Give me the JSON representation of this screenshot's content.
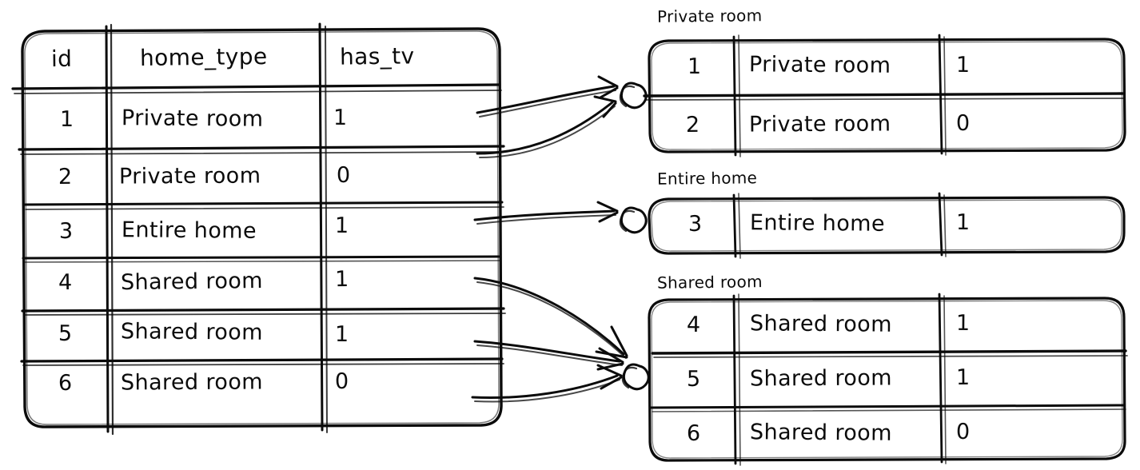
{
  "diagram": {
    "title": "group-by-home-type",
    "stroke_color": "#0b0b0b",
    "background_color": "#ffffff",
    "style": "hand-drawn"
  },
  "source_table": {
    "name": "source-table",
    "columns": [
      "id",
      "home_type",
      "has_tv"
    ],
    "rows": [
      {
        "id": "1",
        "home_type": "Private room",
        "has_tv": "1"
      },
      {
        "id": "2",
        "home_type": "Private room",
        "has_tv": "0"
      },
      {
        "id": "3",
        "home_type": "Entire home",
        "has_tv": "1"
      },
      {
        "id": "4",
        "home_type": "Shared room",
        "has_tv": "1"
      },
      {
        "id": "5",
        "home_type": "Shared room",
        "has_tv": "1"
      },
      {
        "id": "6",
        "home_type": "Shared room",
        "has_tv": "0"
      }
    ]
  },
  "groups": [
    {
      "label": "Private room",
      "name": "group-private-room",
      "rows": [
        {
          "id": "1",
          "home_type": "Private room",
          "has_tv": "1"
        },
        {
          "id": "2",
          "home_type": "Private room",
          "has_tv": "0"
        }
      ]
    },
    {
      "label": "Entire home",
      "name": "group-entire-home",
      "rows": [
        {
          "id": "3",
          "home_type": "Entire home",
          "has_tv": "1"
        }
      ]
    },
    {
      "label": "Shared room",
      "name": "group-shared-room",
      "rows": [
        {
          "id": "4",
          "home_type": "Shared room",
          "has_tv": "1"
        },
        {
          "id": "5",
          "home_type": "Shared room",
          "has_tv": "1"
        },
        {
          "id": "6",
          "home_type": "Shared room",
          "has_tv": "0"
        }
      ]
    }
  ],
  "connectors": [
    {
      "name": "arrow-row1-to-private-room",
      "from_row": "1",
      "to_group": "Private room"
    },
    {
      "name": "arrow-row2-to-private-room",
      "from_row": "2",
      "to_group": "Private room"
    },
    {
      "name": "arrow-row3-to-entire-home",
      "from_row": "3",
      "to_group": "Entire home"
    },
    {
      "name": "arrow-row4-to-shared-room",
      "from_row": "4",
      "to_group": "Shared room"
    },
    {
      "name": "arrow-row5-to-shared-room",
      "from_row": "5",
      "to_group": "Shared room"
    },
    {
      "name": "arrow-row6-to-shared-room",
      "from_row": "6",
      "to_group": "Shared room"
    }
  ]
}
